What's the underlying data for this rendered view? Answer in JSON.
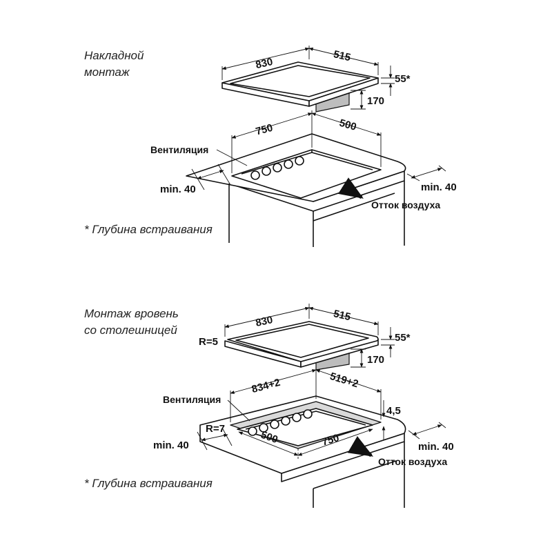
{
  "top": {
    "title_line1": "Накладной",
    "title_line2": "монтаж",
    "hob_width": "830",
    "hob_depth": "515",
    "hob_height": "55*",
    "box_height": "170",
    "cutout_width": "750",
    "cutout_depth": "500",
    "ventilation": "Вентиляция",
    "min_left": "min. 40",
    "min_right": "min. 40",
    "airflow": "Отток воздуха",
    "footnote": "* Глубина встраивания"
  },
  "bottom": {
    "title_line1": "Монтаж вровень",
    "title_line2": "со столешницей",
    "radius_hob": "R=5",
    "hob_width": "830",
    "hob_depth": "515",
    "hob_height": "55*",
    "box_height": "170",
    "recess_width": "834+2",
    "recess_depth": "519+2",
    "recess_depth_mm": "4,5",
    "ventilation": "Вентиляция",
    "radius_cutout": "R=7",
    "cutout_depth": "500",
    "cutout_width": "750",
    "min_left": "min. 40",
    "min_right": "min. 40",
    "airflow": "Отток воздуха",
    "footnote": "* Глубина встраивания"
  }
}
